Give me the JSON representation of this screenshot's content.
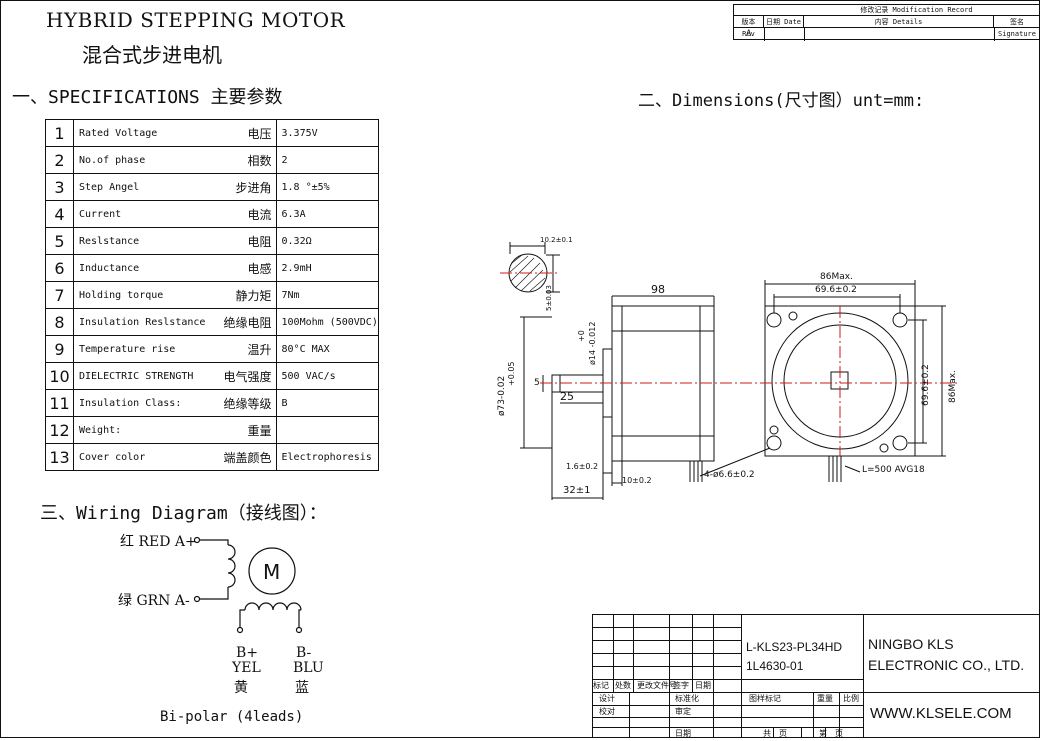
{
  "header": {
    "title_en": "HYBRID STEPPING MOTOR",
    "title_cn": "混合式步进电机",
    "spec_heading": "一、SPECIFICATIONS 主要参数",
    "dim_heading": "二、Dimensions(尺寸图）unt=mm:",
    "wiring_heading": "三、Wiring Diagram（接线图）："
  },
  "modification_record": {
    "title": "修改记录 Modification Record",
    "col_rev": "版本 Rev",
    "col_date": "日期 Date",
    "col_details": "内容 Details",
    "col_signature": "签名 Signature",
    "rev_value": "A"
  },
  "specs": [
    {
      "no": "1",
      "en": "Rated Voltage",
      "cn": "电压",
      "value": "3.375V"
    },
    {
      "no": "2",
      "en": "No.of phase",
      "cn": "相数",
      "value": "2"
    },
    {
      "no": "3",
      "en": "Step Angel",
      "cn": "步进角",
      "value": "1.8 °±5%"
    },
    {
      "no": "4",
      "en": "Current",
      "cn": "电流",
      "value": "6.3A"
    },
    {
      "no": "5",
      "en": "Reslstance",
      "cn": "电阻",
      "value": "0.32Ω"
    },
    {
      "no": "6",
      "en": "Inductance",
      "cn": "电感",
      "value": "2.9mH"
    },
    {
      "no": "7",
      "en": "Holding torque",
      "cn": "静力矩",
      "value": "7Nm"
    },
    {
      "no": "8",
      "en": "Insulation Reslstance",
      "cn": "绝缘电阻",
      "value": "100Mohm (500VDC)"
    },
    {
      "no": "9",
      "en": "Temperature rise",
      "cn": "温升",
      "value": "80°C MAX"
    },
    {
      "no": "10",
      "en": "DIELECTRIC STRENGTH",
      "cn": "电气强度",
      "value": "500 VAC/s"
    },
    {
      "no": "11",
      "en": "Insulation Class:",
      "cn": "绝缘等级",
      "value": "B"
    },
    {
      "no": "12",
      "en": "Weight:",
      "cn": "重量",
      "value": ""
    },
    {
      "no": "13",
      "en": "Cover color",
      "cn": "端盖颜色",
      "value": "Electrophoresis"
    }
  ],
  "dimensions": {
    "len_98": "98",
    "shaft_25": "25",
    "len_32": "32±1",
    "len_16": "1.6±0.2",
    "len_10": "10±0.2",
    "dia_73": "ø73-0.02",
    "dia_73_tol": "+0.05",
    "shaft_dia": "ø14 -0.012",
    "shaft_tol": "+0",
    "shaft_5": "5",
    "key_w": "10.2±0.1",
    "key_h": "5±0.03",
    "sq_86_w": "86Max.",
    "sq_69_w": "69.6±0.2",
    "sq_86_h": "86Max.",
    "sq_69_h": "69.6±0.2",
    "holes": "4-ø6.6±0.2",
    "lead": "L=500 AVG18"
  },
  "wiring": {
    "a_plus": "红 RED A+",
    "a_minus": "绿 GRN A-",
    "motor": "M",
    "b_plus": "B+",
    "b_plus_color": "YEL",
    "b_plus_cn": "黄",
    "b_minus": "B-",
    "b_minus_color": "BLU",
    "b_minus_cn": "蓝",
    "caption": "Bi-polar (4leads)"
  },
  "title_block": {
    "part_no": "L-KLS23-PL34HD",
    "part_no2": "1L4630-01",
    "company1": "NINGBO KLS",
    "company2": "ELECTRONIC CO., LTD.",
    "website": "WWW.KLSELE.COM",
    "row_labels": [
      "标记",
      "处数",
      "更改文件号",
      "签字",
      "日期"
    ],
    "design": "设计",
    "check": "校对",
    "standard": "标准化",
    "review": "审定",
    "date": "日期",
    "pattern_mark": "图样标记",
    "weight": "重量",
    "scale": "比例",
    "total": "共　页",
    "page": "第　页"
  },
  "colors": {
    "ink": "#111111",
    "centerline": "#d11a1a"
  }
}
